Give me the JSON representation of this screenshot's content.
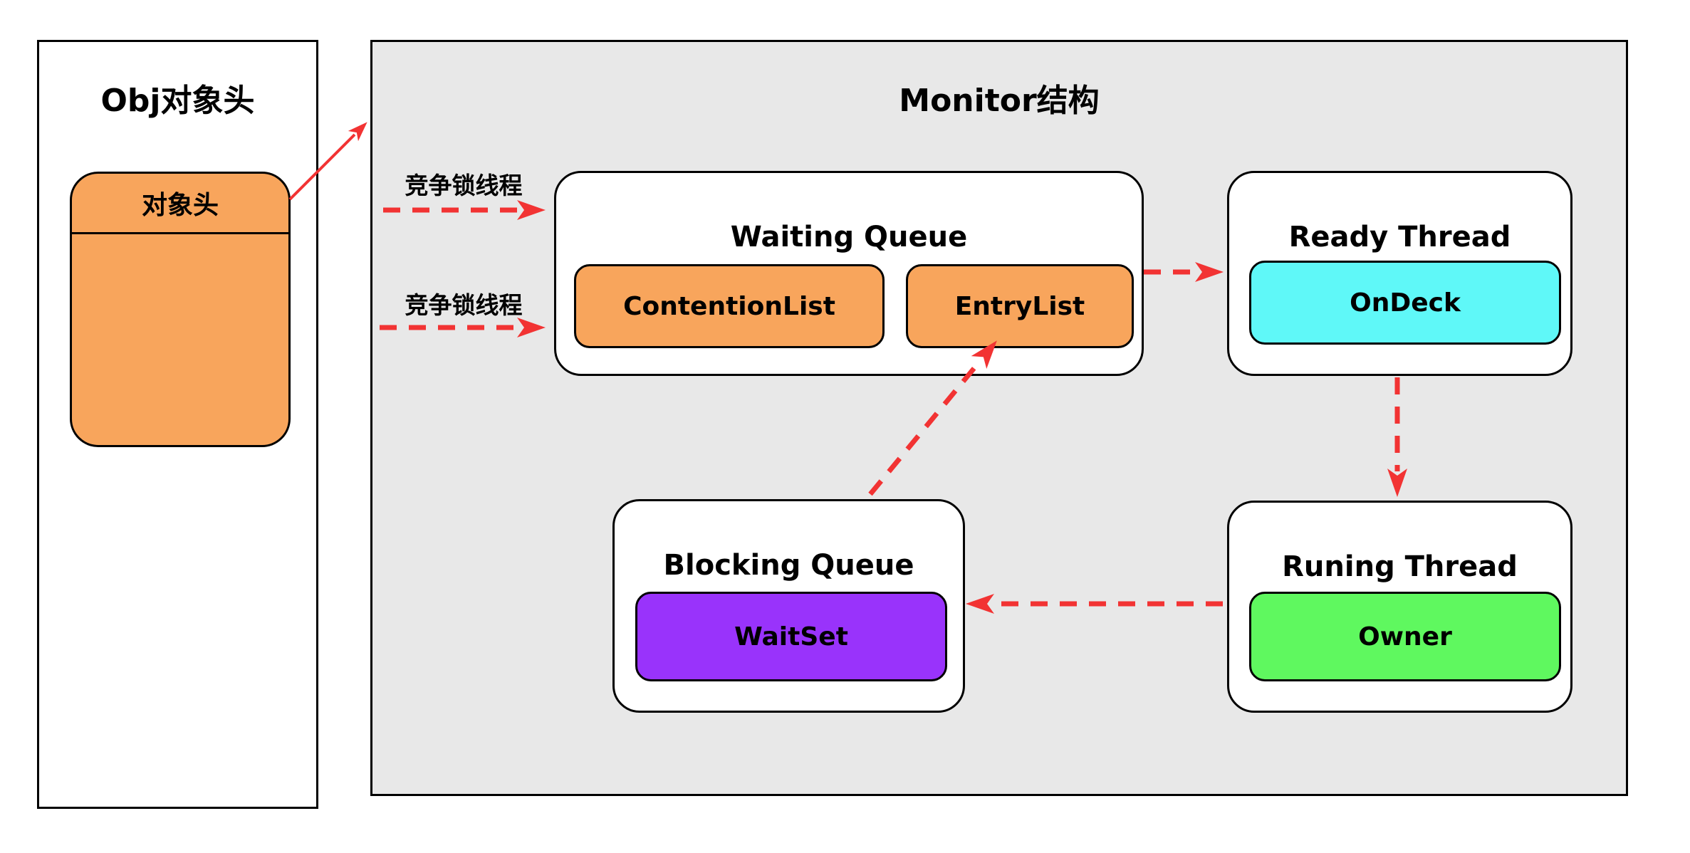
{
  "colors": {
    "canvas-bg": "#FFFFFF",
    "panel-bg": "#FFFFFF",
    "monitor-bg": "#E8E8E8",
    "border": "#000000",
    "text": "#000000",
    "orange": "#F8A55C",
    "cyan": "#5FF8F8",
    "purple": "#9933FB",
    "green": "#5FF85F",
    "red": "#F23333"
  },
  "left_panel": {
    "title": "Obj对象头",
    "header_box": {
      "label": "对象头"
    }
  },
  "monitor": {
    "title": "Monitor结构",
    "contend_labels": [
      "竞争锁线程",
      "竞争锁线程"
    ],
    "waiting_queue": {
      "title": "Waiting Queue",
      "items": [
        {
          "label": "ContentionList"
        },
        {
          "label": "EntryList"
        }
      ]
    },
    "ready_thread": {
      "title": "Ready Thread",
      "items": [
        {
          "label": "OnDeck"
        }
      ]
    },
    "blocking_queue": {
      "title": "Blocking Queue",
      "items": [
        {
          "label": "WaitSet"
        }
      ]
    },
    "running_thread": {
      "title": "Runing Thread",
      "items": [
        {
          "label": "Owner"
        }
      ]
    }
  },
  "edges": [
    {
      "from": "对象头",
      "to": "Monitor结构",
      "style": "solid"
    },
    {
      "from": "竞争锁线程",
      "to": "Waiting Queue",
      "style": "dashed"
    },
    {
      "from": "竞争锁线程",
      "to": "Waiting Queue",
      "style": "dashed"
    },
    {
      "from": "Waiting Queue",
      "to": "Ready Thread",
      "style": "dashed"
    },
    {
      "from": "Ready Thread",
      "to": "Runing Thread",
      "style": "dashed"
    },
    {
      "from": "Runing Thread",
      "to": "Blocking Queue",
      "style": "dashed"
    },
    {
      "from": "Blocking Queue",
      "to": "EntryList",
      "style": "dashed"
    }
  ]
}
